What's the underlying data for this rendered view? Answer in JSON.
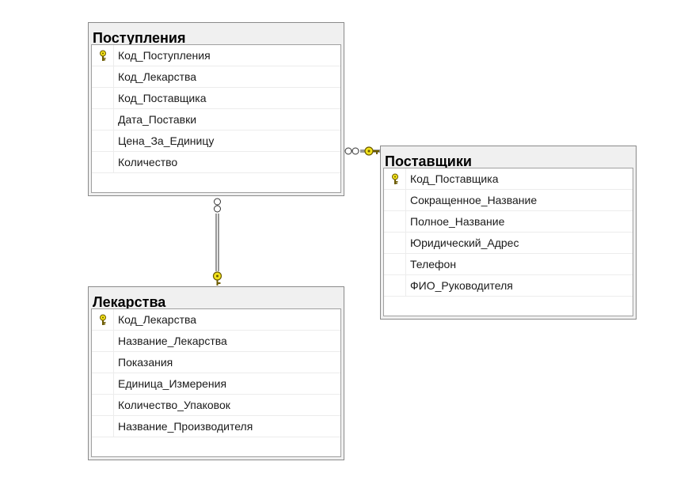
{
  "tables": {
    "postupleniya": {
      "title": "Поступления",
      "columns": [
        {
          "name": "Код_Поступления",
          "primary_key": true
        },
        {
          "name": "Код_Лекарства",
          "primary_key": false
        },
        {
          "name": "Код_Поставщика",
          "primary_key": false
        },
        {
          "name": "Дата_Поставки",
          "primary_key": false
        },
        {
          "name": "Цена_За_Единицу",
          "primary_key": false
        },
        {
          "name": "Количество",
          "primary_key": false
        }
      ]
    },
    "postavshchiki": {
      "title": "Поставщики",
      "columns": [
        {
          "name": "Код_Поставщика",
          "primary_key": true
        },
        {
          "name": "Сокращенное_Название",
          "primary_key": false
        },
        {
          "name": "Полное_Название",
          "primary_key": false
        },
        {
          "name": "Юридический_Адрес",
          "primary_key": false
        },
        {
          "name": "Телефон",
          "primary_key": false
        },
        {
          "name": "ФИО_Руководителя",
          "primary_key": false
        }
      ]
    },
    "lekarstva": {
      "title": "Лекарства",
      "columns": [
        {
          "name": "Код_Лекарства",
          "primary_key": true
        },
        {
          "name": "Название_Лекарства",
          "primary_key": false
        },
        {
          "name": "Показания",
          "primary_key": false
        },
        {
          "name": "Единица_Измерения",
          "primary_key": false
        },
        {
          "name": "Количество_Упаковок",
          "primary_key": false
        },
        {
          "name": "Название_Производителя",
          "primary_key": false
        }
      ]
    }
  },
  "relationships": [
    {
      "from": "postupleniya",
      "to": "postavshchiki",
      "many_end": "postupleniya",
      "one_end": "postavshchiki"
    },
    {
      "from": "postupleniya",
      "to": "lekarstva",
      "many_end": "postupleniya",
      "one_end": "lekarstva"
    }
  ],
  "colors": {
    "key_fill": "#f2e21a",
    "key_stroke": "#6b5a00",
    "line": "#333333"
  }
}
